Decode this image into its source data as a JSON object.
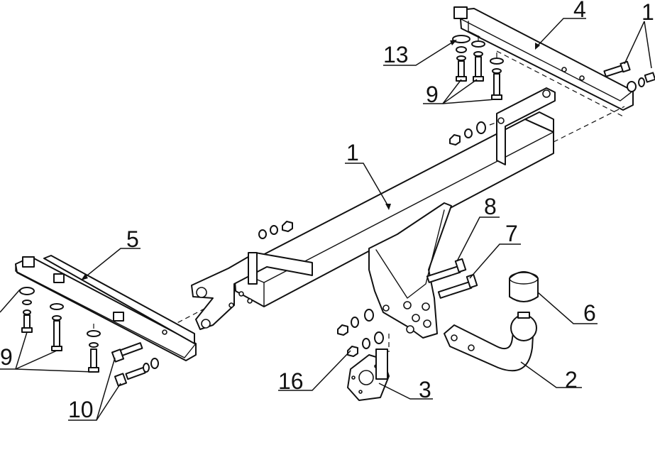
{
  "callouts": {
    "main_beam": "1",
    "ball_neck": "2",
    "socket_bracket": "3",
    "right_bracket": "4",
    "left_bracket": "5",
    "ball_cap": "6",
    "bolt_7": "7",
    "bolt_8": "8",
    "bolts_9_right": "9",
    "bolts_9_left": "9",
    "bolts_10": "10",
    "washer_13": "13",
    "bolt_top_right": "1",
    "nut_16": "16"
  }
}
